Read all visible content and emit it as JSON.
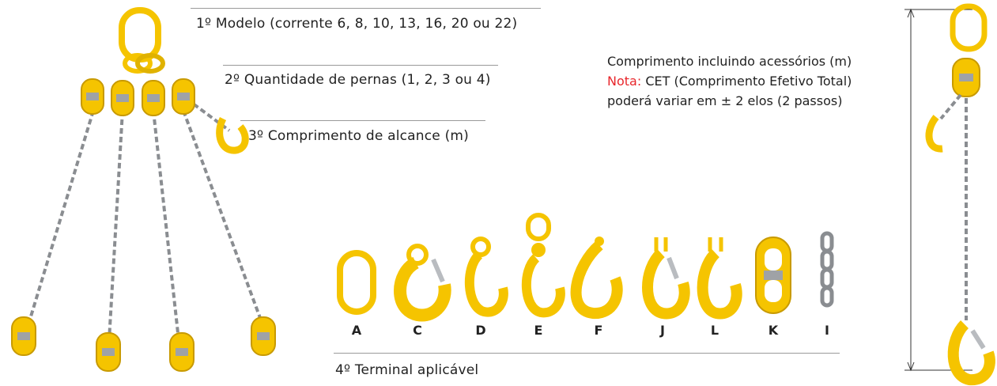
{
  "steps": {
    "modelo": "1º Modelo (corrente 6, 8, 10, 13, 16, 20 ou 22)",
    "pernas": "2º Quantidade de pernas (1, 2, 3 ou 4)",
    "alcance": "3º Comprimento de alcance (m)",
    "terminal": "4º Terminal aplicável"
  },
  "note": {
    "line1": "Comprimento incluindo acessórios (m)",
    "nota_label": "Nota:",
    "line2_rest": " CET (Comprimento Efetivo Total)",
    "line3": "poderá variar em ± 2 elos (2 passos)"
  },
  "terminals": [
    "A",
    "C",
    "D",
    "E",
    "F",
    "J",
    "L",
    "K",
    "I"
  ],
  "colors": {
    "yellow": "#f5c400",
    "yellow_dark": "#c89a00",
    "chain": "#8a8d91",
    "nota": "#e8262b"
  }
}
